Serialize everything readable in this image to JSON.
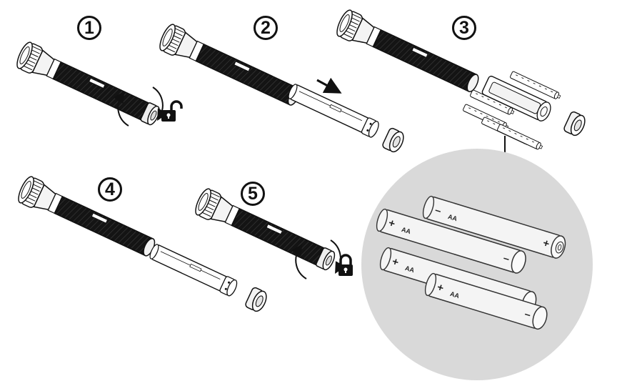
{
  "steps": [
    "1",
    "2",
    "3",
    "4",
    "5"
  ],
  "battery": {
    "type_label": "AA",
    "plus": "+",
    "minus": "–"
  },
  "icons": [
    "unlock-icon",
    "lock-icon",
    "slide-arrow-icon",
    "down-arrow-icon",
    "rotate-arrow-icon"
  ],
  "colors": {
    "ink": "#111111",
    "zoom_circle": "#d9d9d9",
    "metal": "#f4f4f4",
    "grip": "#141414"
  }
}
